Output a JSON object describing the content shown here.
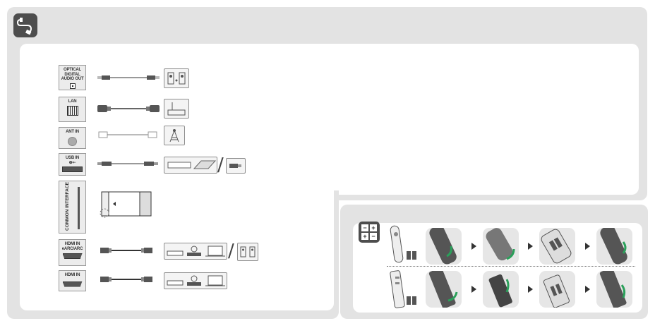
{
  "header": {
    "icon": "cable-icon"
  },
  "ports": [
    {
      "id": "optical",
      "label": "OPTICAL DIGITAL AUDIO OUT",
      "icon": "optical-port-icon",
      "device": "sound-bar-icon"
    },
    {
      "id": "lan",
      "label": "LAN",
      "icon": "ethernet-port-icon",
      "device": "router-icon"
    },
    {
      "id": "ant",
      "label": "ANT IN",
      "icon": "coax-port-icon",
      "device": "antenna-icon"
    },
    {
      "id": "usb",
      "label": "USB IN",
      "usb_sub": "⊕⇠",
      "icon": "usb-port-icon",
      "device": "usb-drive-icon"
    },
    {
      "id": "ci",
      "label": "COMMON INTERFACE",
      "icon": "ci-slot-icon",
      "device": "ci-module-icon"
    },
    {
      "id": "hdmi_arc",
      "label": "HDMI IN eARC/ARC",
      "icon": "hdmi-port-icon",
      "device": "av-devices-icon"
    },
    {
      "id": "hdmi",
      "label": "HDMI IN",
      "icon": "hdmi-port-icon",
      "device": "av-devices-icon"
    }
  ],
  "battery": {
    "icon": "battery-polarity-icon",
    "plus": "+",
    "minus": "−"
  },
  "colors": {
    "panel": "#e3e3e3",
    "accent": "#2aa05a",
    "dark": "#4d4d4d"
  }
}
